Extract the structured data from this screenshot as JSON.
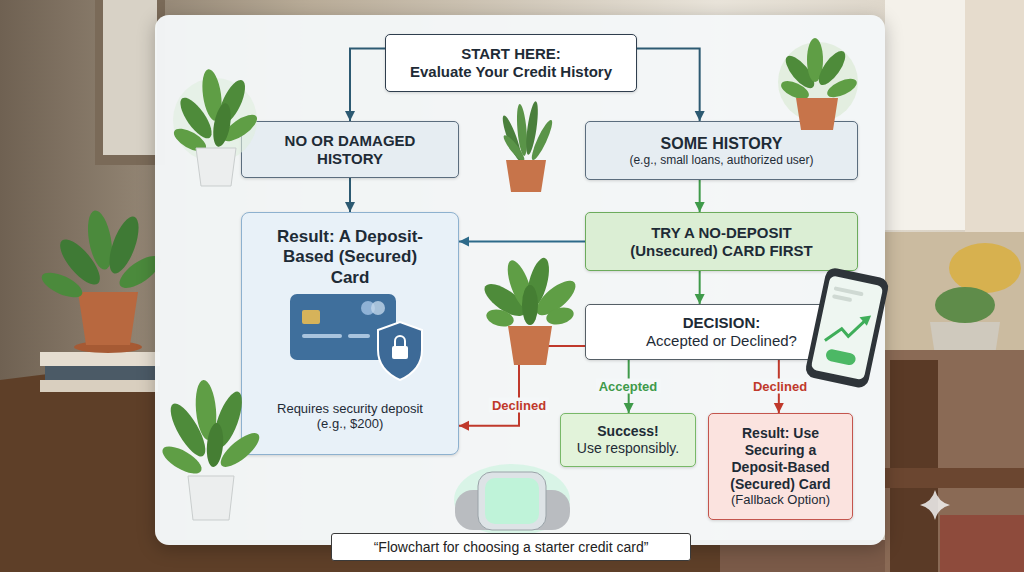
{
  "diagram": {
    "caption": "“Flowchart for choosing a starter credit card”",
    "nodes": [
      {
        "text": [
          "START HERE:",
          "Evaluate Your Credit History"
        ]
      },
      {
        "text": [
          "NO OR DAMAGED HISTORY"
        ]
      },
      {
        "text": [
          "SOME HISTORY",
          "(e.g., small loans, authorized user)"
        ]
      },
      {
        "text": [
          "Result: A Deposit-Based (Secured) Card",
          "Requires security deposit (e.g., $200)"
        ]
      },
      {
        "text": [
          "TRY A NO-DEPOSIT (Unsecured) CARD FIRST"
        ]
      },
      {
        "text": [
          "DECISION:",
          "Accepted or Declined?"
        ]
      },
      {
        "text": [
          "Success!",
          "Use responsibly."
        ]
      },
      {
        "text": [
          "Result: Use Securing a Deposit-Based (Secured) Card",
          "(Fallback Option)"
        ]
      }
    ],
    "edges": [
      {
        "from": 0,
        "to": 1,
        "arrow": "to"
      },
      {
        "from": 0,
        "to": 2,
        "arrow": "to"
      },
      {
        "from": 1,
        "to": 3,
        "arrow": "to"
      },
      {
        "from": 2,
        "to": 4,
        "arrow": "to"
      },
      {
        "from": 4,
        "to": 3,
        "arrow": "to"
      },
      {
        "from": 4,
        "to": 5,
        "arrow": "to"
      },
      {
        "from": 5,
        "to": 6,
        "label": "Accepted",
        "arrow": "to"
      },
      {
        "from": 5,
        "to": 7,
        "label": "Declined",
        "arrow": "to"
      },
      {
        "from": 5,
        "to": 3,
        "label": "Declined",
        "arrow": "to"
      }
    ]
  }
}
